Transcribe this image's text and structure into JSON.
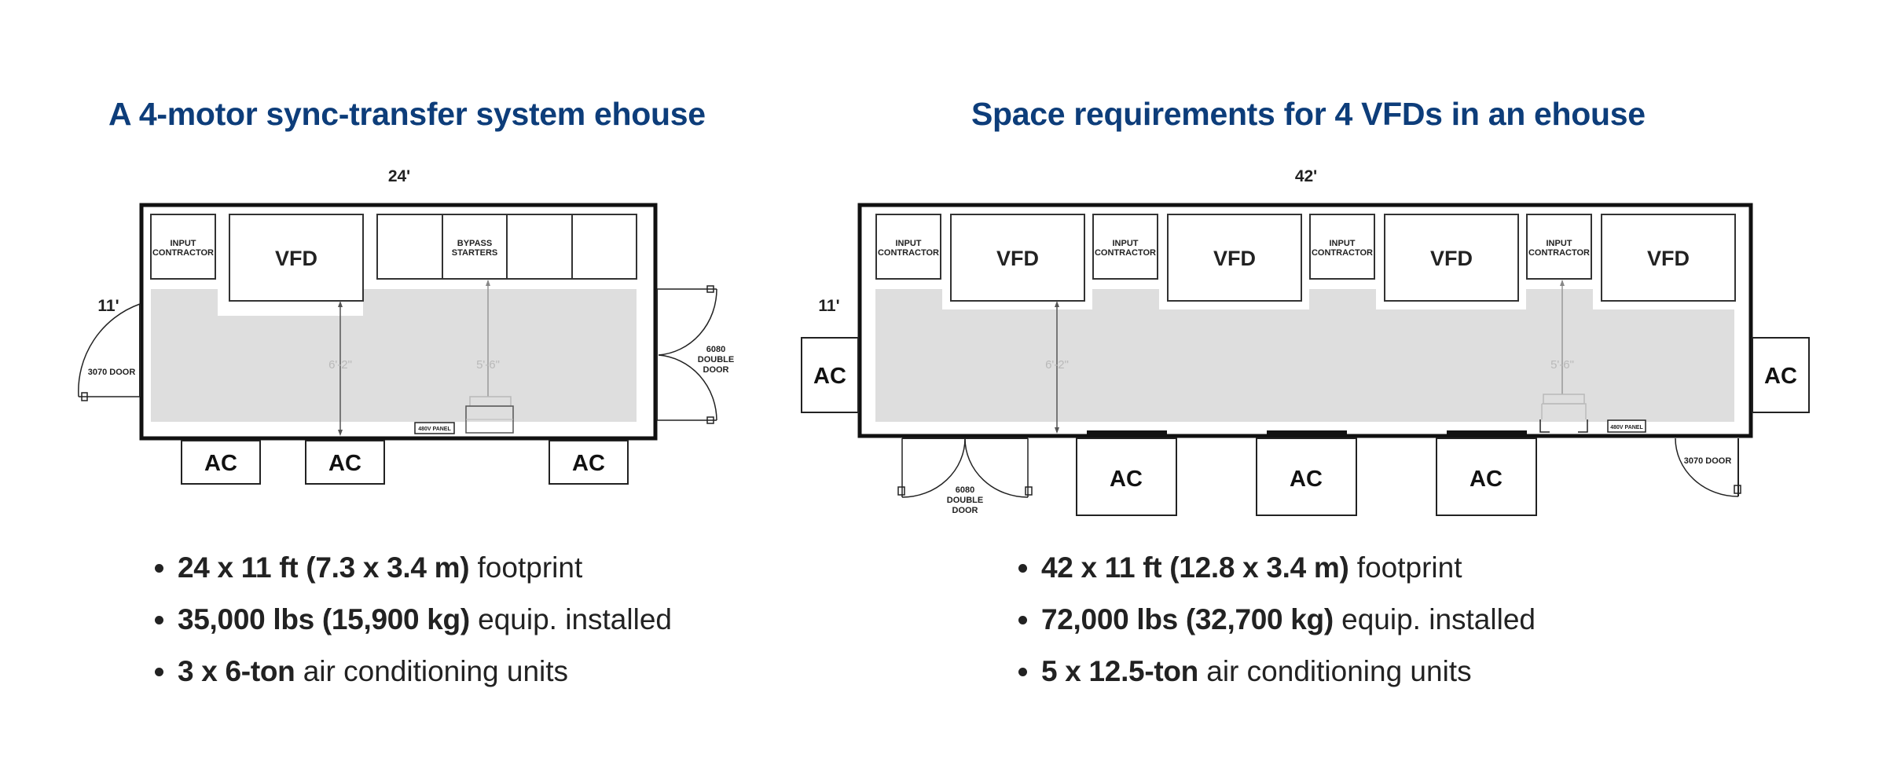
{
  "colors": {
    "title": "#0d3d7a",
    "text": "#222222",
    "clearance": "#dedede",
    "outline": "#111111"
  },
  "left": {
    "title": "A 4-motor sync-transfer system ehouse",
    "width_label": "24'",
    "height_label": "11'",
    "input_contractor": [
      "INPUT",
      "CONTRACTOR"
    ],
    "vfd": "VFD",
    "bypass_starters": [
      "BYPASS",
      "STARTERS"
    ],
    "clearance_1": "6'-2\"",
    "clearance_2": "5'-6\"",
    "panel_480": "480V PANEL",
    "door_left": "3070 DOOR",
    "door_right": [
      "6080",
      "DOUBLE",
      "DOOR"
    ],
    "ac": "AC",
    "specs": [
      {
        "bold": "24 x 11 ft (7.3 x 3.4 m)",
        "rest": " footprint"
      },
      {
        "bold": "35,000 lbs (15,900 kg)",
        "rest": " equip. installed"
      },
      {
        "bold": "3 x 6-ton",
        "rest": " air conditioning units"
      }
    ]
  },
  "right": {
    "title": "Space requirements for 4 VFDs in an ehouse",
    "width_label": "42'",
    "height_label": "11'",
    "input_contractor": [
      "INPUT",
      "CONTRACTOR"
    ],
    "vfd": "VFD",
    "clearance_1": "6'-2\"",
    "clearance_2": "5'-6\"",
    "panel_480": "480V PANEL",
    "door_bottom": [
      "6080",
      "DOUBLE",
      "DOOR"
    ],
    "door_right": "3070 DOOR",
    "ac": "AC",
    "specs": [
      {
        "bold": "42 x 11 ft (12.8 x 3.4 m)",
        "rest": " footprint"
      },
      {
        "bold": "72,000 lbs (32,700 kg)",
        "rest": " equip. installed"
      },
      {
        "bold": "5 x 12.5-ton",
        "rest": " air conditioning units"
      }
    ]
  }
}
